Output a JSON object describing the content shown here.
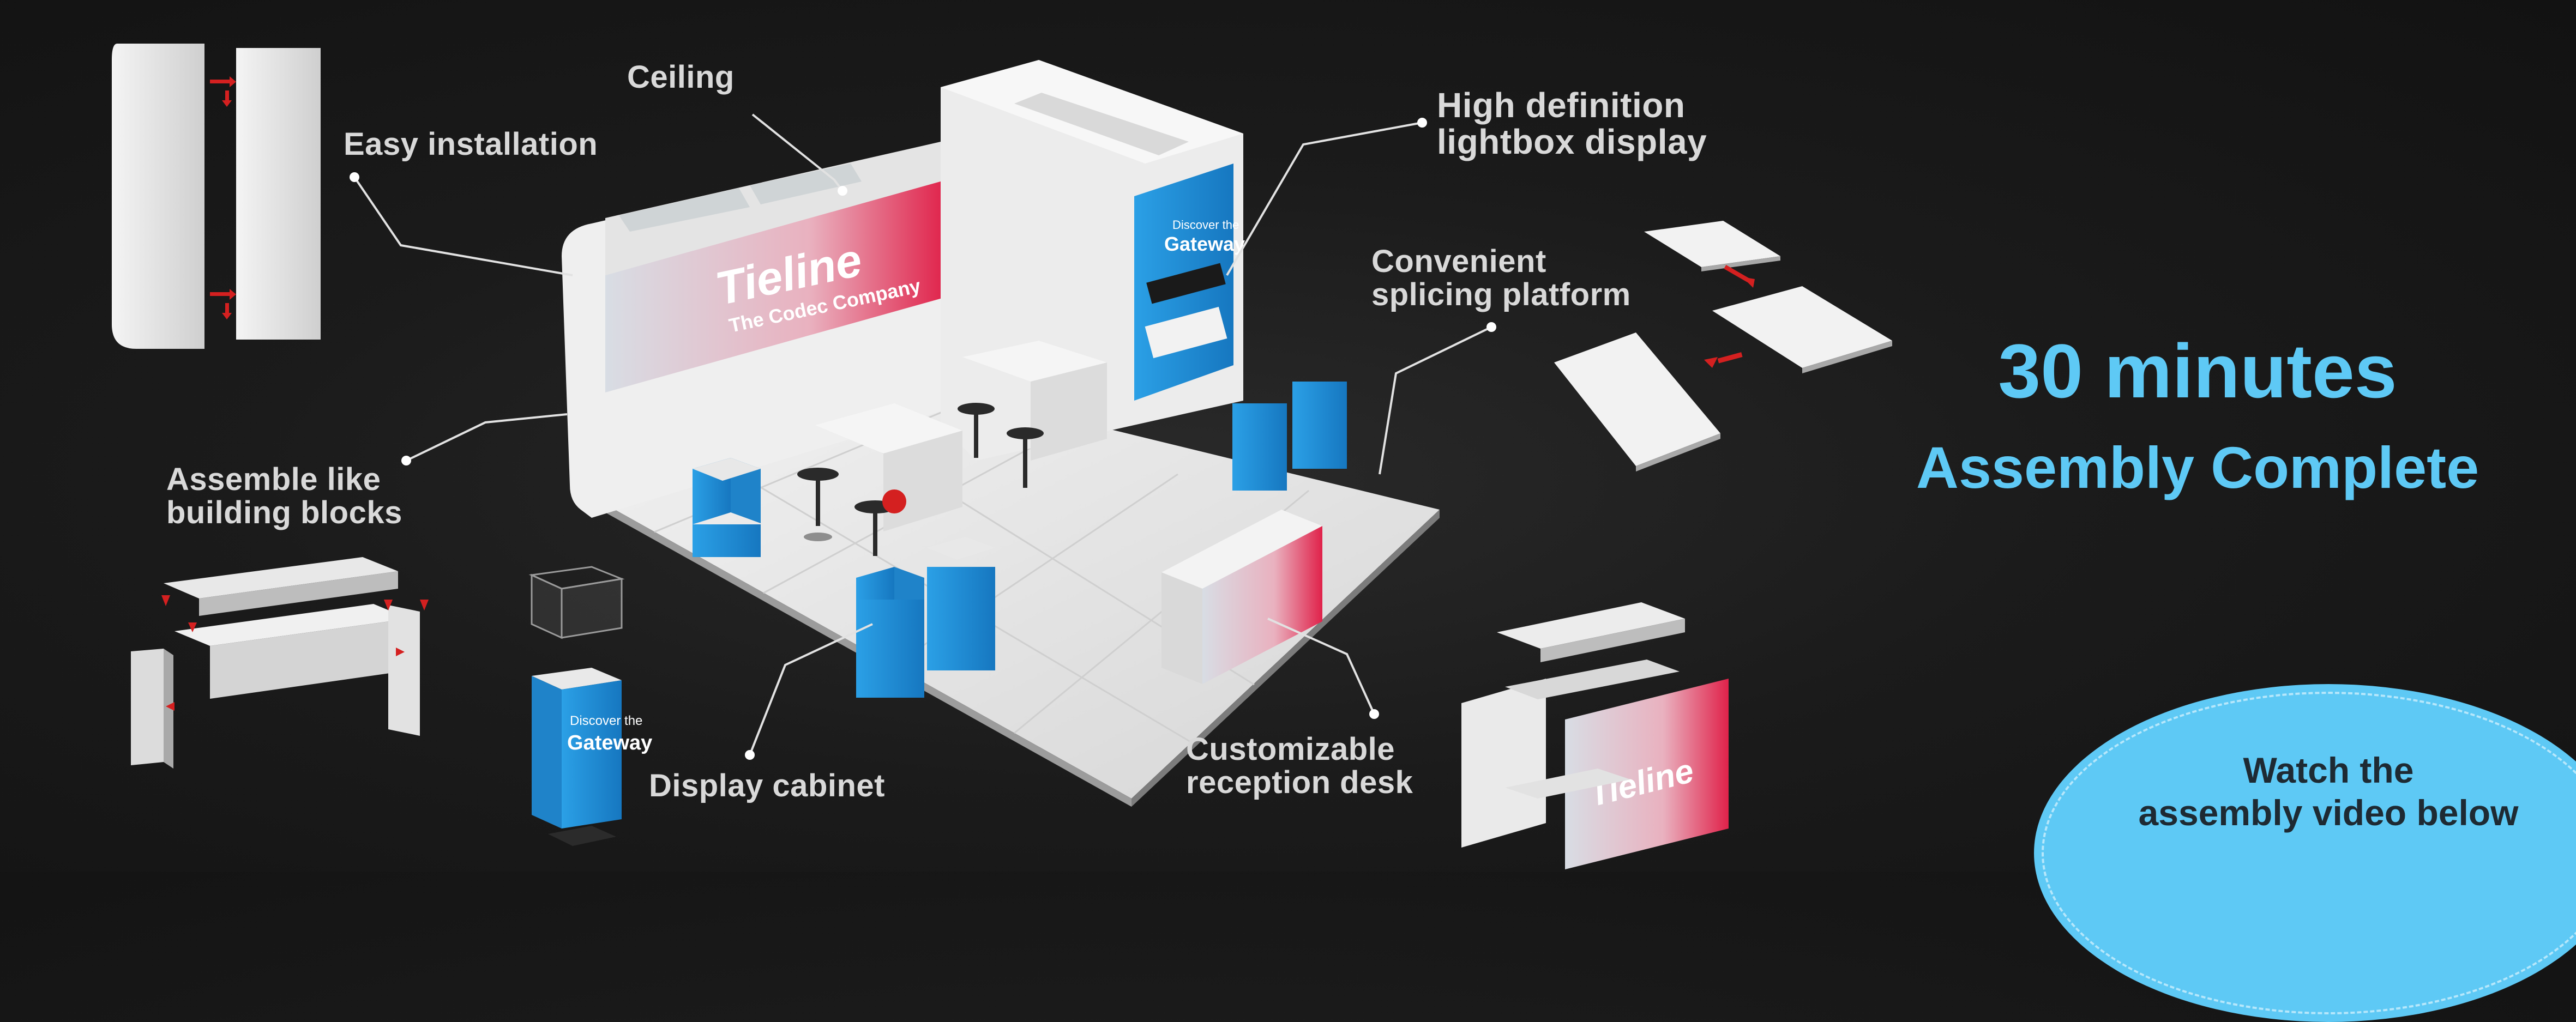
{
  "callouts": {
    "ceiling": "Ceiling",
    "easy_installation": "Easy installation",
    "hd_lightbox_line1": "High definition",
    "hd_lightbox_line2": "lightbox display",
    "splicing_line1": "Convenient",
    "splicing_line2": "splicing platform",
    "blocks_line1": "Assemble like",
    "blocks_line2": "building blocks",
    "display_cabinet": "Display cabinet",
    "reception_line1": "Customizable",
    "reception_line2": "reception desk"
  },
  "headline": {
    "line1": "30 minutes",
    "line2": "Assembly Complete"
  },
  "video_badge": {
    "line1": "Watch the",
    "line2": "assembly video below"
  },
  "brand": {
    "name": "Tieline",
    "tagline": "The Codec Company",
    "display_small": "Discover the",
    "display_big": "Gateway"
  },
  "colors": {
    "accent_blue": "#5ec9f5",
    "callout_text": "#d9d9d9",
    "arrow_red": "#d42020",
    "graphic_blue": "#1f8fd6"
  }
}
